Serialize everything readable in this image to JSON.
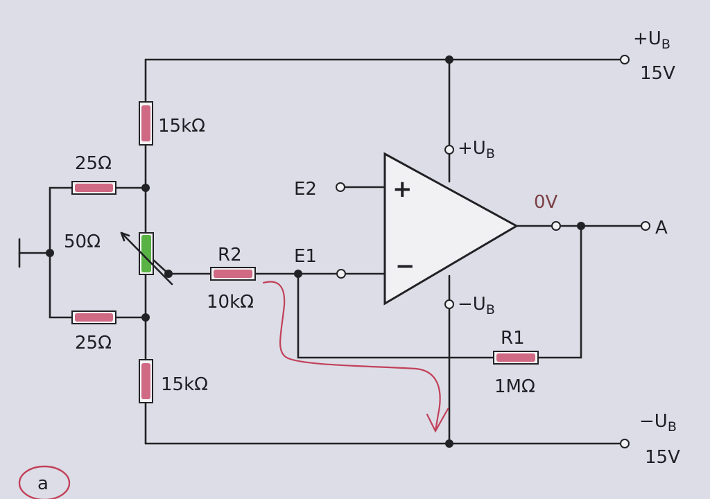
{
  "labels": {
    "supply_pos_symbol": "+U",
    "supply_pos_sub": "B",
    "supply_pos_value": "15V",
    "supply_neg_symbol": "−U",
    "supply_neg_sub": "B",
    "supply_neg_value": "15V",
    "opamp_pos_supply": "+U",
    "opamp_pos_supply_sub": "B",
    "opamp_neg_supply": "−U",
    "opamp_neg_supply_sub": "B",
    "opamp_plus": "+",
    "opamp_minus": "−",
    "input_e2": "E2",
    "input_e1": "E1",
    "output_a": "A",
    "output_note": "0V",
    "r_top": "15kΩ",
    "r_bottom": "15kΩ",
    "r_left_top": "25Ω",
    "r_left_bottom": "25Ω",
    "pot": "50Ω",
    "r2_name": "R2",
    "r2_value": "10kΩ",
    "r1_name": "R1",
    "r1_value": "1MΩ",
    "corner_mark": "a"
  },
  "colors": {
    "resistor_fill": "#c9506e",
    "pot_fill": "#4fae3a",
    "annotation": "#c2405a"
  }
}
